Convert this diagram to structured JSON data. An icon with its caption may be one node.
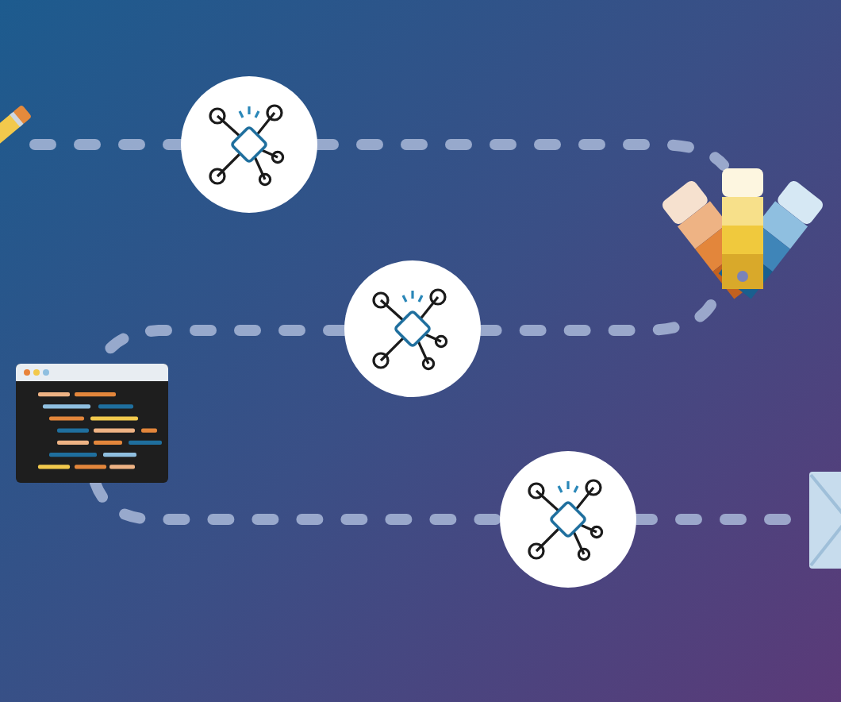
{
  "diagram": {
    "nodes": [
      {
        "text": [],
        "shape": "picture"
      },
      {
        "text": [],
        "shape": "circle"
      },
      {
        "text": [],
        "shape": "picture"
      },
      {
        "text": [],
        "shape": "circle"
      },
      {
        "text": [],
        "shape": "picture"
      },
      {
        "text": [],
        "shape": "circle"
      },
      {
        "text": [],
        "shape": "picture"
      }
    ],
    "edges": [
      {
        "from": 0,
        "to": 1,
        "arrow": "none",
        "style": "dashed"
      },
      {
        "from": 1,
        "to": 2,
        "arrow": "none",
        "style": "dashed"
      },
      {
        "from": 2,
        "to": 3,
        "arrow": "none",
        "style": "dashed"
      },
      {
        "from": 3,
        "to": 4,
        "arrow": "none",
        "style": "dashed"
      },
      {
        "from": 4,
        "to": 5,
        "arrow": "none",
        "style": "dashed"
      },
      {
        "from": 5,
        "to": 6,
        "arrow": "none",
        "style": "dashed"
      }
    ]
  }
}
